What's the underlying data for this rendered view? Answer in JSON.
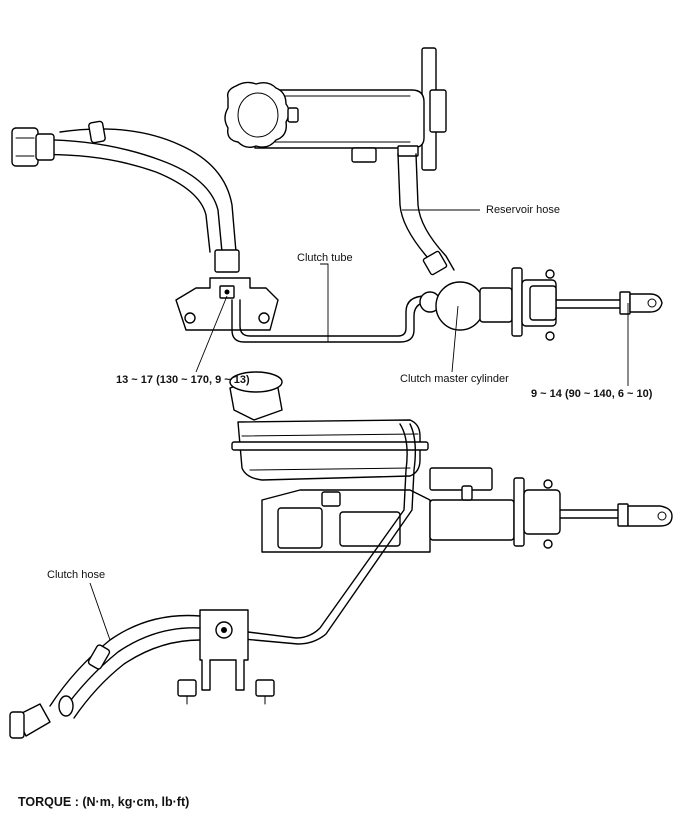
{
  "labels": {
    "reservoir_hose": "Reservoir hose",
    "clutch_tube": "Clutch tube",
    "clutch_master_cylinder": "Clutch master cylinder",
    "torque_left": "13 ~ 17 (130 ~ 170, 9 ~ 13)",
    "torque_right": "9 ~ 14 (90 ~ 140, 6 ~ 10)",
    "clutch_hose": "Clutch hose"
  },
  "footer": {
    "torque_units": "TORQUE : (N·m, kg·cm, lb·ft)"
  }
}
